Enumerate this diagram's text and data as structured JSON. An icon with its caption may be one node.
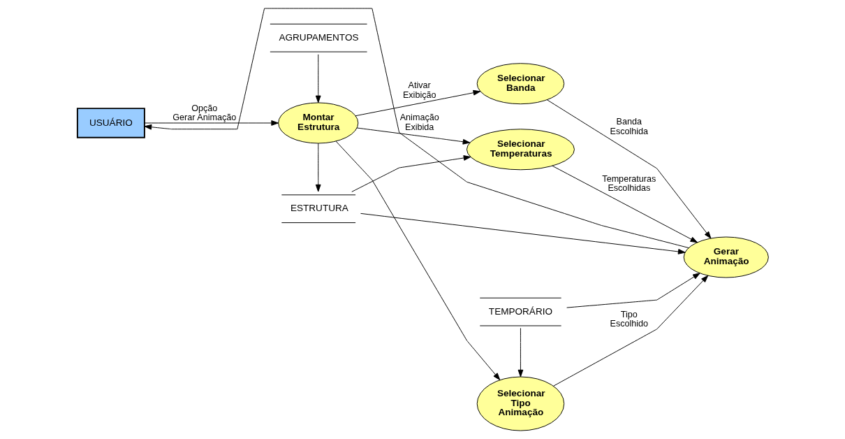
{
  "diagram": {
    "nodes": [
      {
        "text": [
          "USUÁRIO"
        ]
      },
      {
        "text": [
          "AGRUPAMENTOS"
        ]
      },
      {
        "text": [
          "Montar Estrutura"
        ]
      },
      {
        "text": [
          "ESTRUTURA"
        ]
      },
      {
        "text": [
          "TEMPORÁRIO"
        ]
      },
      {
        "text": [
          "Selecionar Tipo Animação"
        ]
      },
      {
        "text": [
          "Selecionar Banda"
        ]
      },
      {
        "text": [
          "Selecionar Temperaturas"
        ]
      },
      {
        "text": [
          "Gerar Animação"
        ]
      }
    ],
    "edges": [
      {
        "from": 0,
        "to": 2,
        "arrow": "to",
        "label": "Opção Gerar Animação"
      },
      {
        "from": 1,
        "to": 2,
        "arrow": "to"
      },
      {
        "from": 2,
        "to": 3,
        "arrow": "to"
      },
      {
        "from": 2,
        "to": 5,
        "arrow": "to"
      },
      {
        "from": 2,
        "to": 6,
        "arrow": "to",
        "label": "Ativar Exibição"
      },
      {
        "from": 2,
        "to": 7,
        "arrow": "to"
      },
      {
        "from": 3,
        "to": 7,
        "arrow": "to"
      },
      {
        "from": 4,
        "to": 5,
        "arrow": "to"
      },
      {
        "from": 4,
        "to": 8,
        "arrow": "to"
      },
      {
        "from": 5,
        "to": 8,
        "arrow": "to",
        "label": "Tipo Escolhido"
      },
      {
        "from": 6,
        "to": 8,
        "arrow": "to",
        "label": "Banda Escolhida"
      },
      {
        "from": 7,
        "to": 8,
        "arrow": "to",
        "label": "Temperaturas Escolhidas"
      },
      {
        "from": 3,
        "to": 8,
        "arrow": "to"
      },
      {
        "from": 8,
        "to": 0,
        "arrow": "to",
        "label": "Animação Exibida"
      }
    ]
  }
}
